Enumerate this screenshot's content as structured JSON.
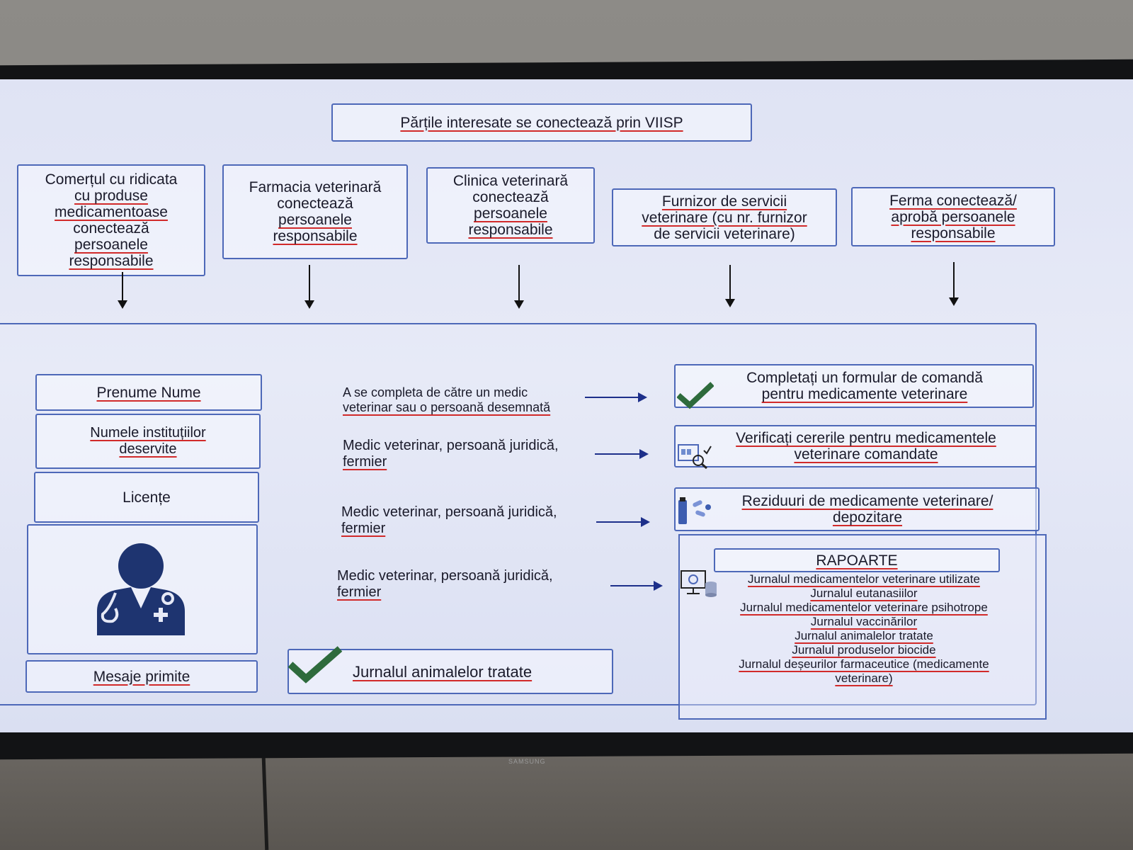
{
  "header": {
    "title": "Părțile interesate se conectează prin VIISP"
  },
  "stakeholders": [
    {
      "lines": [
        "Comerțul cu ridicata",
        "cu produse",
        "medicamentoase",
        "conectează",
        "persoanele",
        "responsabile"
      ]
    },
    {
      "lines": [
        "Farmacia veterinară",
        "conectează",
        "persoanele",
        "responsabile"
      ]
    },
    {
      "lines": [
        "Clinica veterinară",
        "conectează",
        "persoanele",
        "responsabile"
      ]
    },
    {
      "lines": [
        "Furnizor de servicii",
        "veterinare (cu nr. furnizor",
        "de servicii veterinare)"
      ]
    },
    {
      "lines": [
        "Ferma conectează/",
        "aprobă persoanele",
        "responsabile"
      ]
    }
  ],
  "profile": {
    "name": "Prenume Nume",
    "institutions": [
      "Numele instituțiilor",
      "deservite"
    ],
    "licenses": "Licențe",
    "messages": "Mesaje primite",
    "avatar_icon": "doctor-avatar-icon"
  },
  "roles": [
    {
      "lines": [
        "A se completa de către un medic",
        "veterinar sau o persoană desemnată"
      ]
    },
    {
      "lines": [
        "Medic veterinar, persoană juridică,",
        "fermier"
      ]
    },
    {
      "lines": [
        "Medic veterinar, persoană juridică,",
        "fermier"
      ]
    },
    {
      "lines": [
        "Medic veterinar, persoană juridică,",
        "fermier"
      ]
    }
  ],
  "actions": [
    {
      "lines": [
        "Completați un formular de comandă",
        "pentru medicamente veterinare"
      ],
      "icon": "checkmark-icon"
    },
    {
      "lines": [
        "Verificați cererile pentru medicamentele",
        "veterinare comandate"
      ],
      "icon": "document-search-icon"
    },
    {
      "lines": [
        "Reziduuri de medicamente veterinare/",
        "depozitare"
      ],
      "icon": "pills-icon"
    }
  ],
  "reports": {
    "title": "RAPOARTE",
    "icon": "computer-database-icon",
    "items": [
      "Jurnalul medicamentelor veterinare utilizate",
      "Jurnalul eutanasiilor",
      "Jurnalul medicamentelor veterinare psihotrope",
      "Jurnalul vaccinărilor",
      "Jurnalul animalelor tratate",
      "Jurnalul produselor biocide",
      "Jurnalul deșeurilor farmaceutice (medicamente",
      "veterinare)"
    ]
  },
  "treated_journal": {
    "label": "Jurnalul animalelor tratate",
    "icon": "checkmark-icon"
  },
  "tv_brand": "SAMSUNG",
  "colors": {
    "border": "#4d68b8",
    "check": "#2e6b3c",
    "avatar": "#1e3470",
    "underline": "#d12a2a"
  }
}
